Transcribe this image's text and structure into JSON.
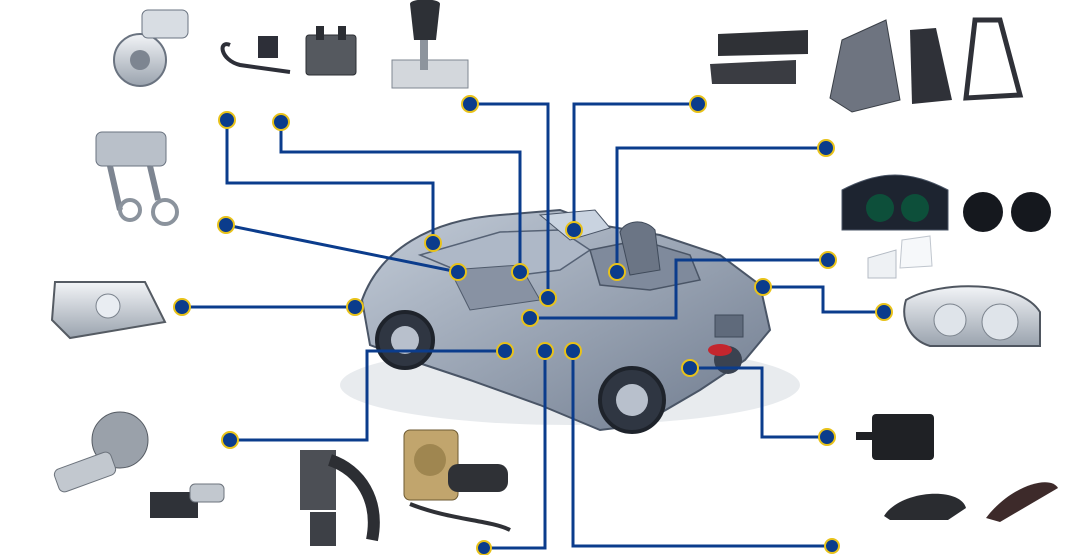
{
  "colors": {
    "background": "#ffffff",
    "connector_line": "#0b3c8c",
    "dot_fill": "#0b3c8c",
    "dot_ring": "#e8c21a",
    "car_body": "#9aa6b8",
    "car_shadow": "#5e6a7c"
  },
  "parts": [
    {
      "id": "blower-motor",
      "icon": "blower-motor-icon"
    },
    {
      "id": "ignition-coil",
      "icon": "ignition-coil-icon"
    },
    {
      "id": "gear-shifter",
      "icon": "gear-shifter-icon"
    },
    {
      "id": "sun-visors",
      "icon": "sun-visor-icon"
    },
    {
      "id": "seat-frames",
      "icon": "seat-frame-icon"
    },
    {
      "id": "wiper-linkage",
      "icon": "wiper-linkage-icon"
    },
    {
      "id": "instrument-cluster",
      "icon": "instrument-cluster-icon"
    },
    {
      "id": "headlamp-left",
      "icon": "headlamp-icon"
    },
    {
      "id": "indicator-lenses",
      "icon": "lens-icon"
    },
    {
      "id": "headlamp-right",
      "icon": "headlamp-icon"
    },
    {
      "id": "window-regulator-motors",
      "icon": "window-motor-icon"
    },
    {
      "id": "seat-belts",
      "icon": "seat-belt-icon"
    },
    {
      "id": "wiper-motor",
      "icon": "wiper-motor-icon"
    },
    {
      "id": "canister",
      "icon": "canister-icon"
    },
    {
      "id": "door-handles",
      "icon": "door-handle-icon"
    }
  ]
}
